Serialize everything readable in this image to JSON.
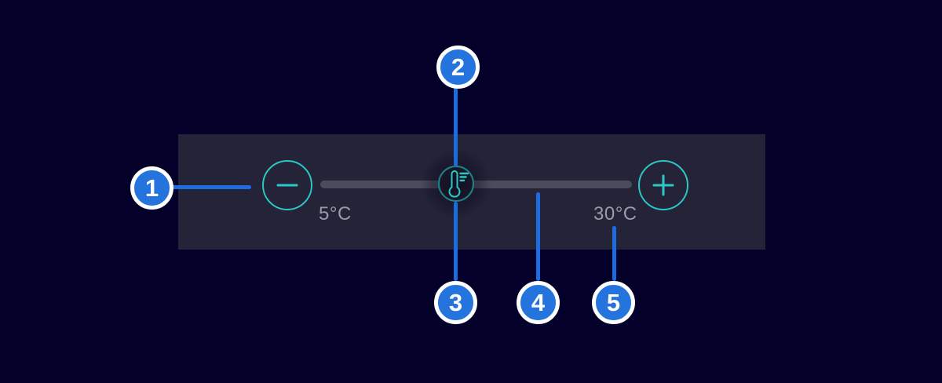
{
  "slider": {
    "min_label": "5°C",
    "max_label": "30°C",
    "min_value": 5,
    "max_value": 30,
    "unit": "°C",
    "decrease_icon": "minus-icon",
    "increase_icon": "plus-icon",
    "handle_icon": "thermometer-icon"
  },
  "callouts": {
    "items": [
      {
        "number": "1"
      },
      {
        "number": "2"
      },
      {
        "number": "3"
      },
      {
        "number": "4"
      },
      {
        "number": "5"
      }
    ]
  },
  "colors": {
    "background": "#030029",
    "panel": "#252338",
    "accent_teal": "#2ac9c6",
    "track_gray": "#4b4b5d",
    "label_gray": "#9b9aa9",
    "callout_fill_blue": "#2574dd",
    "callout_line_blue": "#1d6cdf",
    "callout_ring_white": "#ffffff"
  }
}
